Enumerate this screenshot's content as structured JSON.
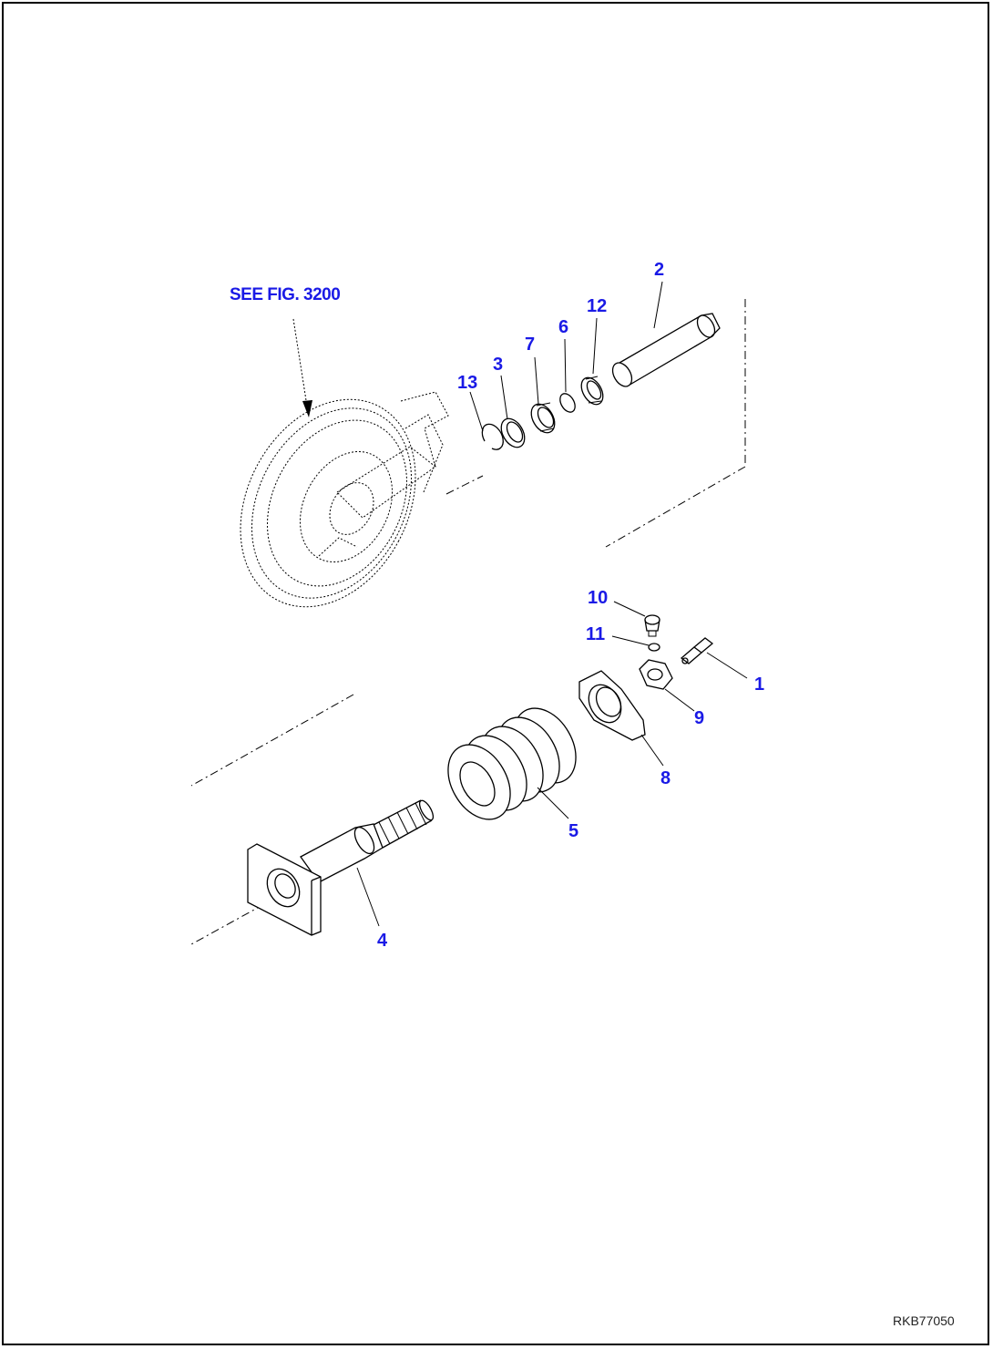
{
  "reference": {
    "text": "SEE FIG. 3200"
  },
  "parts": [
    {
      "id": "p1",
      "label": "1"
    },
    {
      "id": "p2",
      "label": "2"
    },
    {
      "id": "p3",
      "label": "3"
    },
    {
      "id": "p4",
      "label": "4"
    },
    {
      "id": "p5",
      "label": "5"
    },
    {
      "id": "p6",
      "label": "6"
    },
    {
      "id": "p7",
      "label": "7"
    },
    {
      "id": "p8",
      "label": "8"
    },
    {
      "id": "p9",
      "label": "9"
    },
    {
      "id": "p10",
      "label": "10"
    },
    {
      "id": "p11",
      "label": "11"
    },
    {
      "id": "p12",
      "label": "12"
    },
    {
      "id": "p13",
      "label": "13"
    }
  ],
  "drawing_code": "RKB77050",
  "colors": {
    "label": "#1a1ae6",
    "line": "#000000"
  }
}
